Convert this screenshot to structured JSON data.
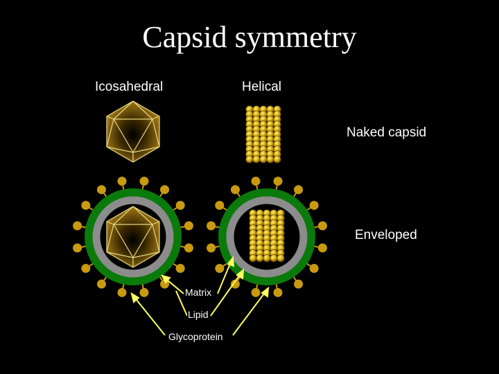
{
  "title": "Capsid symmetry",
  "columns": {
    "icosahedral": "Icosahedral",
    "helical": "Helical"
  },
  "rows": {
    "naked": "Naked capsid",
    "enveloped": "Enveloped"
  },
  "callouts": {
    "matrix": "Matrix",
    "lipid": "Lipid",
    "glycoprotein": "Glycoprotein"
  },
  "colors": {
    "background": "#000000",
    "capsid": "#806010",
    "capsid_edge": "#e8d880",
    "helix": "#c8a010",
    "matrix": "#8c8c8c",
    "lipid": "#0a7a0a",
    "glycoprotein": "#c89a10",
    "arrow": "#ffff60"
  }
}
